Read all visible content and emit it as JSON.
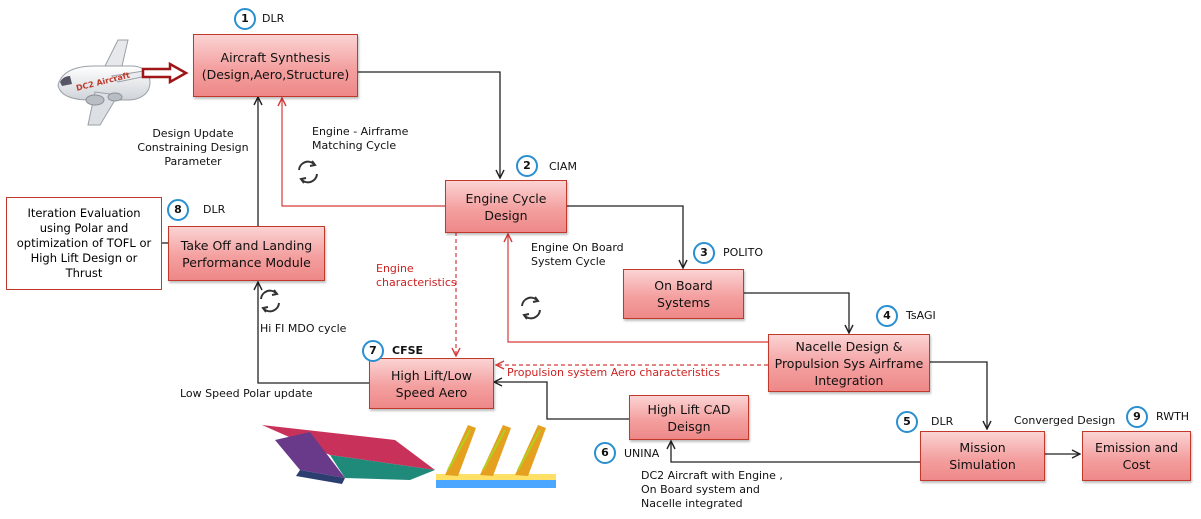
{
  "boxes": {
    "aircraft_synthesis": [
      "Aircraft Synthesis",
      "(Design,Aero,Structure)"
    ],
    "engine_cycle": [
      "Engine Cycle",
      "Design"
    ],
    "on_board": [
      "On Board",
      "Systems"
    ],
    "nacelle": [
      "Nacelle Design &",
      "Propulsion Sys Airframe",
      "Integration"
    ],
    "take_off": [
      "Take Off and Landing",
      "Performance Module"
    ],
    "high_lift_low": [
      "High Lift/Low",
      "Speed Aero"
    ],
    "high_lift_cad": [
      "High Lift CAD",
      "Deisgn"
    ],
    "mission": [
      "Mission",
      "Simulation"
    ],
    "emission": [
      "Emission and",
      "Cost"
    ],
    "iteration": [
      "Iteration Evaluation",
      "using Polar and",
      "optimization of TOFL or",
      "High Lift Design or",
      "Thrust"
    ]
  },
  "badges": {
    "b1": {
      "num": "1",
      "org": "DLR"
    },
    "b2": {
      "num": "2",
      "org": "CIAM"
    },
    "b3": {
      "num": "3",
      "org": "POLITO"
    },
    "b4": {
      "num": "4",
      "org": "TsAGI"
    },
    "b5": {
      "num": "5",
      "org": "DLR"
    },
    "b6": {
      "num": "6",
      "org": "UNINA"
    },
    "b7": {
      "num": "7",
      "org": "CFSE"
    },
    "b8": {
      "num": "8",
      "org": "DLR"
    },
    "b9": {
      "num": "9",
      "org": "RWTH"
    }
  },
  "labels": {
    "design_update": [
      "Design Update",
      "Constraining Design",
      "Parameter"
    ],
    "engine_airframe": [
      "Engine - Airframe",
      "Matching Cycle"
    ],
    "engine_onboard": [
      "Engine On Board",
      "System Cycle"
    ],
    "engine_char": [
      "Engine",
      "characteristics"
    ],
    "hifi_mdo": "Hi FI MDO cycle",
    "propulsion_aero": "Propulsion system Aero characteristics",
    "low_speed_polar": "Low Speed Polar update",
    "converged": "Converged Design",
    "dc2_aircraft": [
      "DC2 Aircraft with Engine ,",
      "On Board system and",
      "Nacelle integrated"
    ],
    "plane_livery": "DC2 Aircraft"
  },
  "colors": {
    "box_border": "#c0392b",
    "arrow_dark": "#222222",
    "arrow_red": "#d63a3a",
    "badge_ring": "#2a8fd0"
  }
}
